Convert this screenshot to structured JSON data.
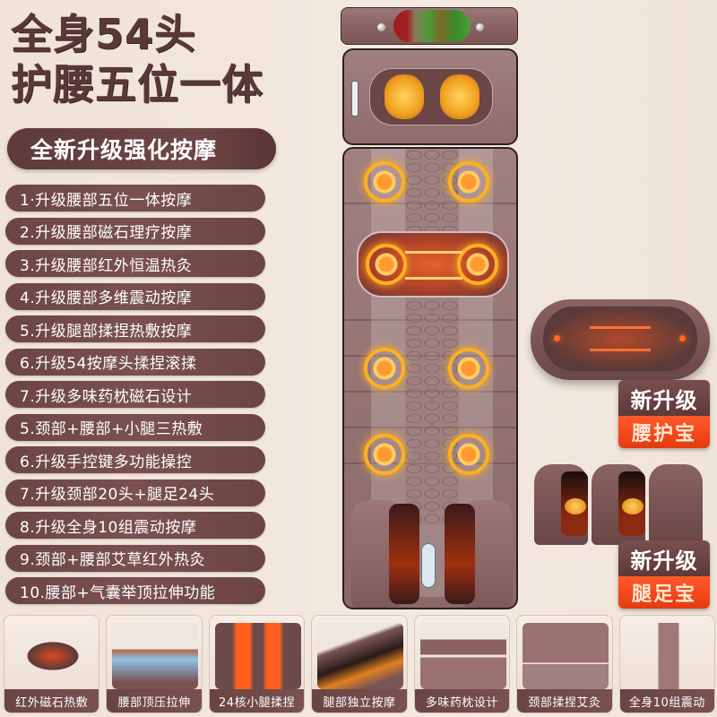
{
  "headline": {
    "line1": "全身54头",
    "line2": "护腰五位一体"
  },
  "subheading": "全新升级强化按摩",
  "features": [
    "1·升级腰部五位一体按摩",
    "2.升级腰部磁石理疗按摩",
    "3.升级腰部红外恒温热灸",
    "4.升级腰部多维震动按摩",
    "5.升级腿部揉捏热敷按摩",
    "6.升级54按摩头揉捏滚揉",
    "7.升级多味药枕磁石设计",
    "5.颈部+腰部+小腿三热敷",
    "6.升级手控键多功能操控",
    "7.升级颈部20头+腿足24头",
    "8.升级全身10组震动按摩",
    "9.颈部+腰部艾草红外热灸",
    "10.腰部+气囊举顶拉伸功能"
  ],
  "badges": {
    "lumbar": {
      "top": "新升级",
      "bottom": "腰护宝"
    },
    "foot": {
      "top": "新升级",
      "bottom": "腿足宝"
    }
  },
  "thumbnails": [
    {
      "caption": "红外磁石热敷"
    },
    {
      "caption": "腰部顶压拉伸"
    },
    {
      "caption": "24核小腿揉捏"
    },
    {
      "caption": "腿部独立按摩"
    },
    {
      "caption": "多味药枕设计"
    },
    {
      "caption": "颈部揉捏艾灸"
    },
    {
      "caption": "全身10组震动"
    }
  ],
  "colors": {
    "background": "#f1e6dc",
    "pill": "#6b4544",
    "headline": "#5a3838",
    "badge_top": "#6a4242",
    "badge_bottom": "#f04a1a",
    "heat": "#ffb020"
  }
}
